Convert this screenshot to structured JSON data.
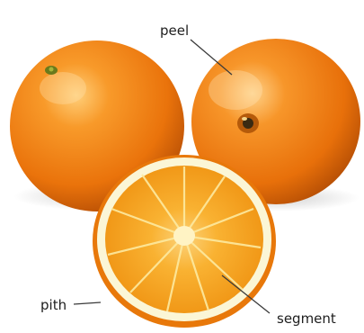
{
  "labels": {
    "peel": "peel",
    "pith": "pith",
    "segment": "segment"
  },
  "colors": {
    "background": "#ffffff",
    "peel_orange": "#f0800f",
    "peel_shadow": "#b84d05",
    "peel_highlight": "#ffd08a",
    "pith_white": "#fbf6d6",
    "flesh_orange": "#f7a51e",
    "segment_line": "#fdeaa0",
    "leader_line": "#3a3a3a",
    "label_text": "#1e1e1e"
  }
}
